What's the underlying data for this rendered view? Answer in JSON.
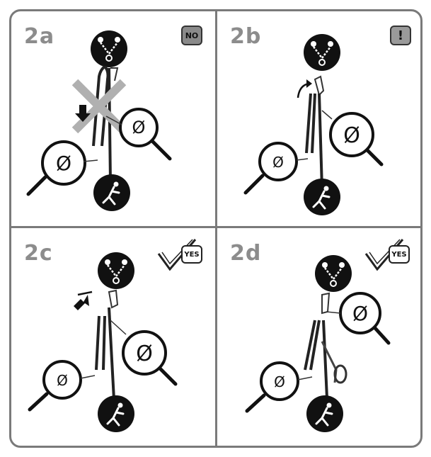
{
  "panels": [
    {
      "label": "2a",
      "badge": "NO"
    },
    {
      "label": "2b",
      "badge": "!"
    },
    {
      "label": "2c",
      "badge": "YES"
    },
    {
      "label": "2d",
      "badge": "YES"
    }
  ],
  "lens_symbol": "Ø",
  "colors": {
    "frame": "#7a7a7a",
    "label": "#8c8c8c",
    "badge_gray": "#8a8a8a",
    "cross": "#b0b0b0",
    "ink": "#111111"
  },
  "icons": [
    "anchor-chain-icon",
    "climber-icon",
    "magnifier-icon",
    "cross-mark-icon",
    "arrow-icon",
    "check-mark-icon"
  ]
}
